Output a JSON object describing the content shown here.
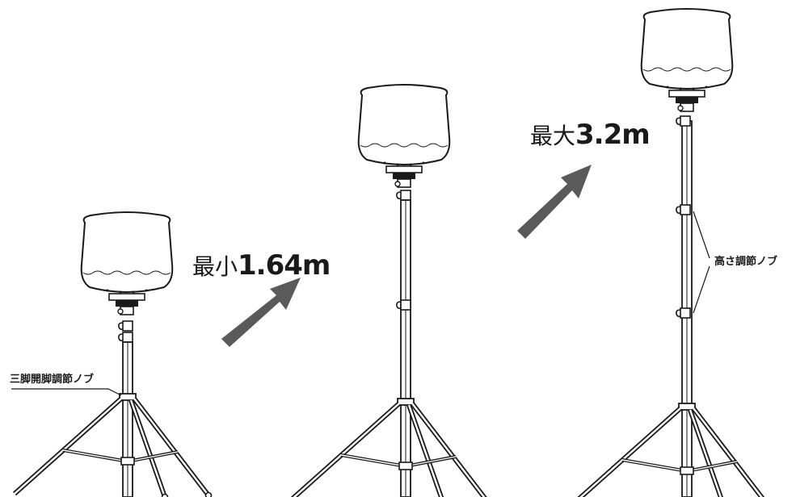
{
  "labels": {
    "leg_knob": "三脚開脚調節ノブ",
    "height_knob": "高さ調節ノブ",
    "min_prefix": "最小",
    "min_value": "1.64m",
    "max_prefix": "最大",
    "max_value": "3.2m"
  },
  "colors": {
    "line": "#1a1a1a",
    "arrow": "#5a5a5a"
  },
  "icons": [
    "balloon-light-icon",
    "tripod-icon",
    "arrow-up-right-icon"
  ]
}
